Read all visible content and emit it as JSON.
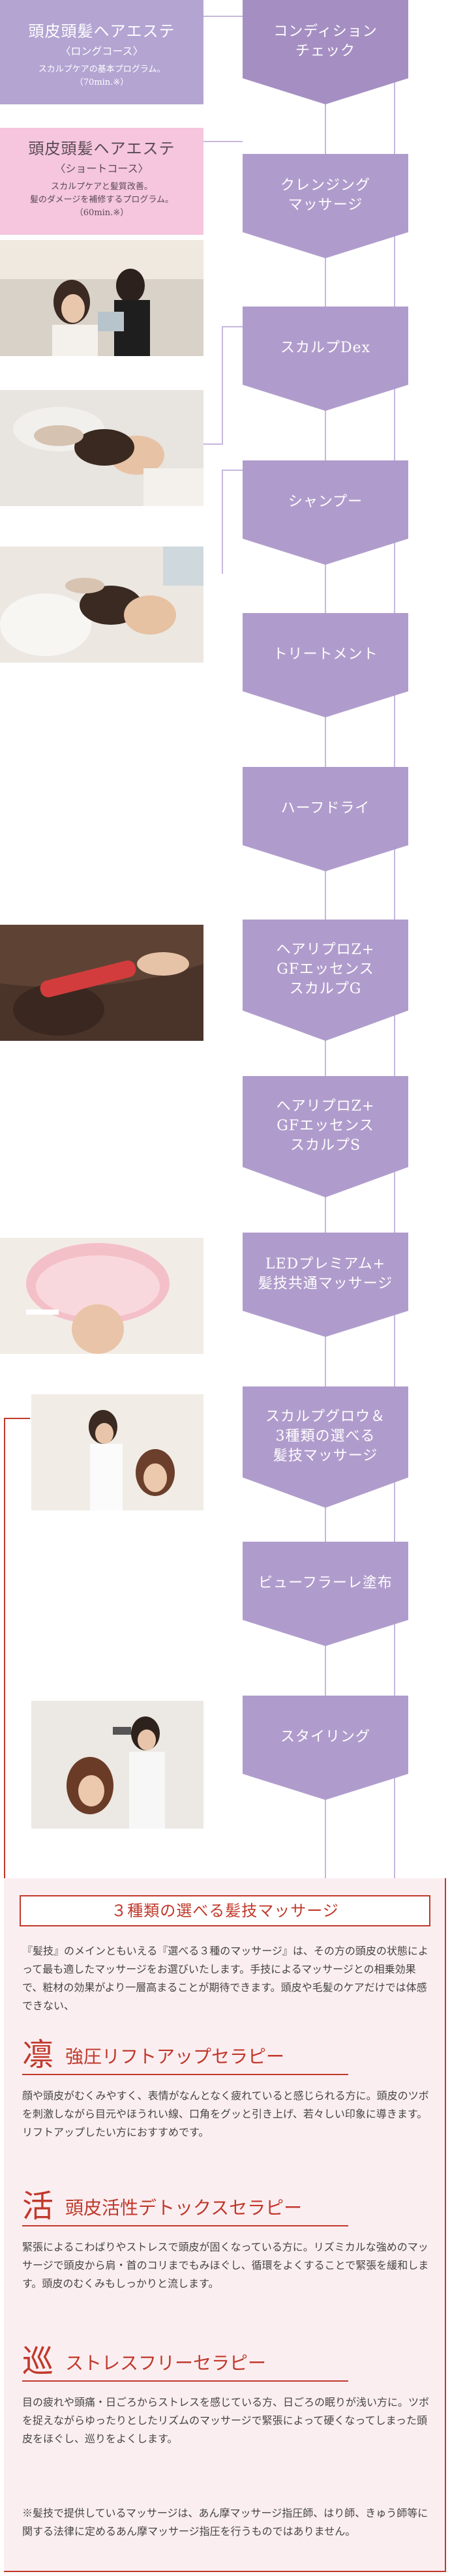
{
  "courses": {
    "long": {
      "title": "頭皮頭髪ヘアエステ",
      "subtitle": "〈ロングコース〉",
      "description": "スカルプケアの基本プログラム。",
      "duration": "（70min.※）"
    },
    "short": {
      "title": "頭皮頭髪ヘアエステ",
      "subtitle": "〈ショートコース〉",
      "description_line1": "スカルプケアと髪質改善。",
      "description_line2": "髪のダメージを補修するプログラム。",
      "duration": "（60min.※）"
    }
  },
  "steps": [
    "コンディション\nチェック",
    "クレンジング\nマッサージ",
    "スカルプDex",
    "シャンプー",
    "トリートメント",
    "ハーフドライ",
    "ヘアリプロZ+\nGFエッセンス\nスカルプG",
    "ヘアリプロZ+\nGFエッセンス\nスカルプS",
    "LEDプレミアム+\n髪技共通マッサージ",
    "スカルプグロウ＆\n3種類の選べる\n髪技マッサージ",
    "ビューフラーレ塗布",
    "スタイリング"
  ],
  "massage": {
    "title": "３種類の選べる髪技マッサージ",
    "intro": "『髪技』のメインともいえる『選べる３種のマッサージ』は、その方の頭皮の状態によって最も適したマッサージをお選びいたします。手技によるマッサージとの相乗効果で、粧材の効果がより一層高まることが期待できます。頭皮や毛髪のケアだけでは体感できない、",
    "therapies": [
      {
        "kanji": "凛",
        "name": "強圧リフトアップセラピー",
        "description": "顔や頭皮がむくみやすく、表情がなんとなく疲れていると感じられる方に。頭皮のツボを刺激しながら目元やほうれい線、口角をグッと引き上げ、若々しい印象に導きます。リフトアップしたい方におすすめです。"
      },
      {
        "kanji": "活",
        "name": "頭皮活性デトックスセラピー",
        "description": "緊張によるこわばりやストレスで頭皮が固くなっている方に。リズミカルな強めのマッサージで頭皮から肩・首のコリまでもみほぐし、循環をよくすることで緊張を緩和します。頭皮のむくみもしっかりと流します。"
      },
      {
        "kanji": "巡",
        "name": "ストレスフリーセラピー",
        "description": "目の疲れや頭痛・日ごろからストレスを感じている方、日ごろの眠りが浅い方に。ツボを捉えながらゆったりとしたリズムのマッサージで緊張によって硬くなってしまった頭皮をほぐし、巡りをよくします。"
      }
    ],
    "note": "※髪技で提供しているマッサージは、あん摩マッサージ指圧師、はり師、きゅう師等に関する法律に定めるあん摩マッサージ指圧を行うものではありません。"
  },
  "colors": {
    "step_purple": "#b09ccc",
    "long_course": "#b3a4d2",
    "short_course": "#f5c6dd",
    "accent_red": "#c0392b",
    "box_bg": "#fbeef1"
  }
}
